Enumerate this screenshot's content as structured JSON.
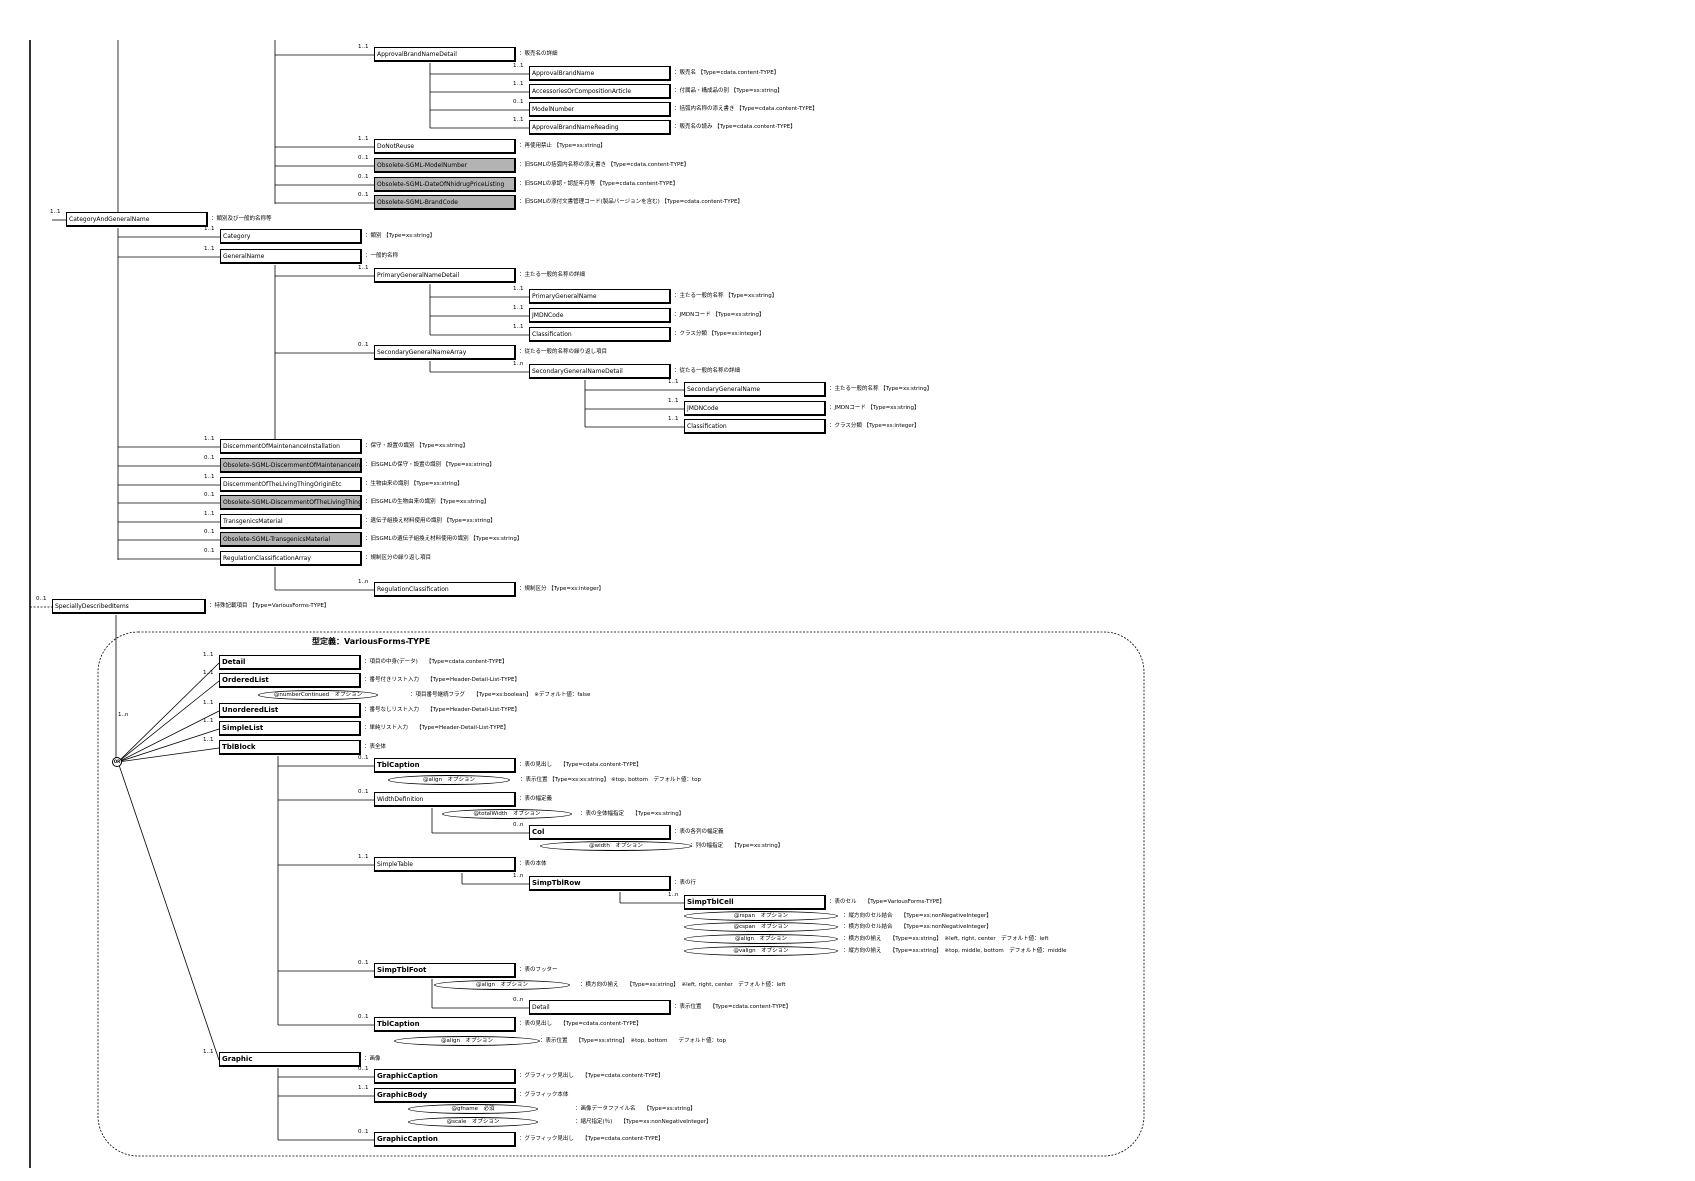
{
  "type_title": "型定義：VariousForms-TYPE",
  "or_label": "OR",
  "nodes": [
    {
      "label": "ApprovalBrandNameDetail",
      "card": "1..1",
      "desc": "：販売名の詳細"
    },
    {
      "label": "ApprovalBrandName",
      "card": "1..1",
      "desc": "：販売名 【Type=cdata.content-TYPE】"
    },
    {
      "label": "AccessoriesOrCompositionArticle",
      "card": "1..1",
      "desc": "：付属品・構成品の別 【Type=xs:string】"
    },
    {
      "label": "ModelNumber",
      "card": "0..1",
      "desc": "：括弧内名称の添え書き 【Type=cdata.content-TYPE】"
    },
    {
      "label": "ApprovalBrandNameReading",
      "card": "1..1",
      "desc": "：販売名の読み 【Type=cdata.content-TYPE】"
    },
    {
      "label": "DoNotReuse",
      "card": "1..1",
      "desc": "：再使用禁止 【Type=xs:string】"
    },
    {
      "label": "Obsolete-SGML-ModelNumber",
      "card": "0..1",
      "desc": "：旧SGMLの括弧内名称の添え書き 【Type=cdata.content-TYPE】"
    },
    {
      "label": "Obsolete-SGML-DateOfNhidrugPriceListing",
      "card": "0..1",
      "desc": "：旧SGMLの承認・認証年月等 【Type=cdata.content-TYPE】"
    },
    {
      "label": "Obsolete-SGML-BrandCode",
      "card": "0..1",
      "desc": "：旧SGMLの添付文書管理コード(製品バージョンを含む) 【Type=cdata.content-TYPE】"
    },
    {
      "label": "CategoryAndGeneralName",
      "card": "1..1",
      "desc": "：類別及び一般的名称等"
    },
    {
      "label": "Category",
      "card": "1..1",
      "desc": "：類別 【Type=xs:string】"
    },
    {
      "label": "GeneralName",
      "card": "1..1",
      "desc": "：一般的名称"
    },
    {
      "label": "PrimaryGeneralNameDetail",
      "card": "1..1",
      "desc": "：主たる一般的名称の詳細"
    },
    {
      "label": "PrimaryGeneralName",
      "card": "1..1",
      "desc": "：主たる一般的名称 【Type=xs:string】"
    },
    {
      "label": "JMDNCode",
      "card": "1..1",
      "desc": "：JMDNコード 【Type=xs:string】"
    },
    {
      "label": "Classification",
      "card": "1..1",
      "desc": "：クラス分類 【Type=xs:integer】"
    },
    {
      "label": "SecondaryGeneralNameArray",
      "card": "0..1",
      "desc": "：従たる一般的名称の繰り返し項目"
    },
    {
      "label": "SecondaryGeneralNameDetail",
      "card": "1..n",
      "desc": "：従たる一般的名称の詳細"
    },
    {
      "label": "SecondaryGeneralName",
      "card": "1..1",
      "desc": "：主たる一般的名称 【Type=xs:string】"
    },
    {
      "label": "JMDNCode",
      "card": "1..1",
      "desc": "：JMDNコード 【Type=xs:string】"
    },
    {
      "label": "Classification",
      "card": "1..1",
      "desc": "：クラス分類 【Type=xs:integer】"
    },
    {
      "label": "DiscernmentOfMaintenanceInstallation",
      "card": "1..1",
      "desc": "：保守・設置の識別 【Type=xs:string】"
    },
    {
      "label": "Obsolete-SGML-DiscernmentOfMaintenanceInstallation",
      "card": "0..1",
      "desc": "：旧SGMLの保守・設置の識別 【Type=xs:string】"
    },
    {
      "label": "DiscernmentOfTheLivingThingOriginEtc",
      "card": "1..1",
      "desc": "：生物由来の識別 【Type=xs:string】"
    },
    {
      "label": "Obsolete-SGML-DiscernmentOfTheLivingThingOriginEtc",
      "card": "0..1",
      "desc": "：旧SGMLの生物由来の識別 【Type=xs:string】"
    },
    {
      "label": "TransgenicsMaterial",
      "card": "1..1",
      "desc": "：遺伝子組換え材料使用の識別 【Type=xs:string】"
    },
    {
      "label": "Obsolete-SGML-TransgenicsMaterial",
      "card": "0..1",
      "desc": "：旧SGMLの遺伝子組換え材料使用の識別 【Type=xs:string】"
    },
    {
      "label": "RegulationClassificationArray",
      "card": "0..1",
      "desc": "：規制区分の繰り返し項目"
    },
    {
      "label": "RegulationClassification",
      "card": "1..n",
      "desc": "：規制区分 【Type=xs:integer】"
    },
    {
      "label": "SpeciallyDescribedItems",
      "card": "0..1",
      "desc": "：特殊記載項目 【Type=VariousForms-TYPE】"
    },
    {
      "label": "Detail",
      "card": "1..1",
      "desc": "：項目の中身(データ)　　【Type=cdata.content-TYPE】"
    },
    {
      "label": "OrderedList",
      "card": "1..1",
      "desc": "：番号付きリスト入力　　【Type=Header-Detail-List-TYPE】"
    },
    {
      "label": "UnorderedList",
      "card": "1..1",
      "desc": "：番号なしリスト入力　　【Type=Header-Detail-List-TYPE】"
    },
    {
      "label": "SimpleList",
      "card": "1..1",
      "desc": "：単純リスト入力　　【Type=Header-Detail-List-TYPE】"
    },
    {
      "label": "TblBlock",
      "card": "1..1",
      "desc": "：表全体"
    },
    {
      "label": "TblCaption",
      "card": "0..1",
      "desc": "：表の見出し　　【Type=cdata.content-TYPE】"
    },
    {
      "label": "WidthDefinition",
      "card": "0..1",
      "desc": "：表の幅定義"
    },
    {
      "label": "Col",
      "card": "0..n",
      "desc": "：表の各列の幅定義"
    },
    {
      "label": "SimpleTable",
      "card": "1..1",
      "desc": "：表の本体"
    },
    {
      "label": "SimpTblRow",
      "card": "1..n",
      "desc": "：表の行"
    },
    {
      "label": "SimpTblCell",
      "card": "1..n",
      "desc": "：表のセル　　【Type=VariousForms-TYPE】"
    },
    {
      "label": "SimpTblFoot",
      "card": "0..1",
      "desc": "：表のフッター"
    },
    {
      "label": "Detail",
      "card": "0..n",
      "desc": "：表示位置　　【Type=cdata.content-TYPE】"
    },
    {
      "label": "TblCaption",
      "card": "0..1",
      "desc": "：表の見出し　　【Type=cdata.content-TYPE】"
    },
    {
      "label": "Graphic",
      "card": "1..1",
      "desc": "：画像"
    },
    {
      "label": "GraphicCaption",
      "card": "0..1",
      "desc": "：グラフィック見出し　　【Type=cdata.content-TYPE】"
    },
    {
      "label": "GraphicBody",
      "card": "1..1",
      "desc": "：グラフィック本体"
    },
    {
      "label": "GraphicCaption",
      "card": "0..1",
      "desc": "：グラフィック見出し　　【Type=cdata.content-TYPE】"
    }
  ],
  "attributes": [
    {
      "label": "@numberContinued　オプション",
      "desc": "：項目番号継続フラグ　　【Type=xs:boolean】　※デフォルト値：false"
    },
    {
      "label": "@align　オプション",
      "desc": "：表示位置 【Type=xs:xs:string】 ※top, bottom　デフォルト値：top"
    },
    {
      "label": "@totalWidth　オプション",
      "desc": "：表の全体幅指定　　【Type=xs:string】"
    },
    {
      "label": "@width　オプション",
      "desc": "：列の幅指定　　【Type=xs:string】"
    },
    {
      "label": "@rspan　オプション",
      "desc": "：縦方向のセル結合　　【Type=xs:nonNegativeInteger】"
    },
    {
      "label": "@cspan　オプション",
      "desc": "：横方向のセル結合　　【Type=xs:nonNegativeInteger】"
    },
    {
      "label": "@align　オプション",
      "desc": "：横方向の揃え　　【Type=xs:string】　※left, right, center　デフォルト値：left"
    },
    {
      "label": "@valign　オプション",
      "desc": "：縦方向の揃え　　【Type=xs:string】　※top, middle, bottom　デフォルト値：middle"
    },
    {
      "label": "@align　オプション",
      "desc": "：横方向の揃え　　【Type=xs:string】　※left, right, center　デフォルト値：left"
    },
    {
      "label": "@align　オプション",
      "desc": "：表示位置　　【Type=xs:string】　※top, bottom　　デフォルト値：top"
    },
    {
      "label": "@gfname　必須",
      "desc": "：画像データファイル名　　【Type=xs:string】"
    },
    {
      "label": "@scale　オプション",
      "desc": "：縮尺指定(％)　　【Type=xs:nonNegativeInteger】"
    }
  ],
  "choice_card": "1..n"
}
